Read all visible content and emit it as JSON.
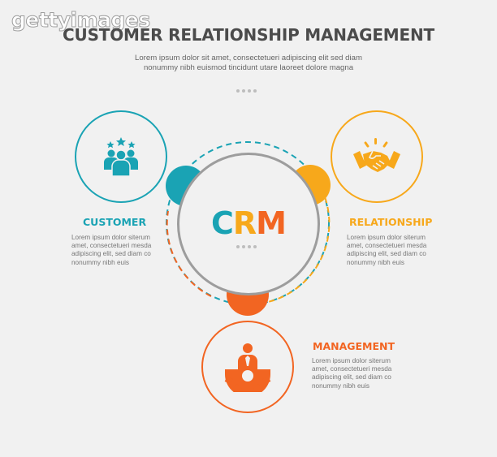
{
  "watermark": "gettyimages",
  "header": {
    "title": "CUSTOMER RELATIONSHIP MANAGEMENT",
    "subtitle": "Lorem ipsum dolor sit amet, consectetueri adipiscing elit sed diam nonummy nibh euismod tincidunt utare laoreet dolore magna"
  },
  "center": {
    "letters": [
      "C",
      "R",
      "M"
    ]
  },
  "items": [
    {
      "label": "CUSTOMER",
      "desc": "Lorem ipsum dolor siterum amet, consectetueri mesda adipiscing elit, sed diam co nonummy nibh euis",
      "icon": "customer-group-icon"
    },
    {
      "label": "RELATIONSHIP",
      "desc": "Lorem ipsum dolor siterum amet, consectetueri mesda adipiscing elit, sed diam co nonummy nibh euis",
      "icon": "handshake-icon"
    },
    {
      "label": "MANAGEMENT",
      "desc": "Lorem ipsum dolor siterum amet, consectetueri mesda adipiscing elit, sed diam co nonummy nibh euis",
      "icon": "manager-gear-icon"
    }
  ],
  "colors": {
    "teal": "#1aa3b4",
    "yellow": "#f7a81b",
    "orange": "#f26522",
    "grey_ring": "#9d9d9d",
    "title": "#4b4b4b"
  }
}
